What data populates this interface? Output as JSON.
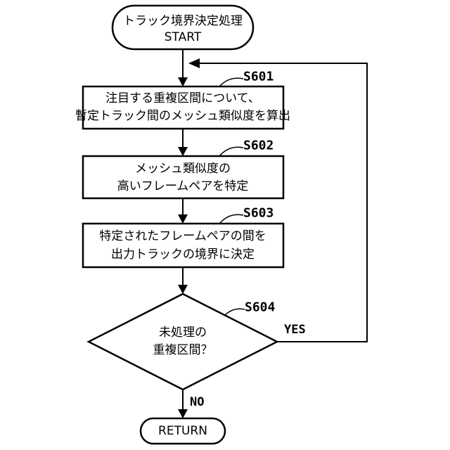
{
  "start": {
    "line1": "トラック境界決定処理",
    "line2": "START"
  },
  "steps": [
    {
      "id": "S601",
      "line1": "注目する重複区間について、",
      "line2": "暫定トラック間のメッシュ類似度を算出"
    },
    {
      "id": "S602",
      "line1": "メッシュ類似度の",
      "line2": "高いフレームペアを特定"
    },
    {
      "id": "S603",
      "line1": "特定されたフレームペアの間を",
      "line2": "出力トラックの境界に決定"
    }
  ],
  "decision": {
    "id": "S604",
    "line1": "未処理の",
    "line2": "重複区間？",
    "yes_label": "YES",
    "no_label": "NO"
  },
  "end": {
    "label": "RETURN"
  }
}
